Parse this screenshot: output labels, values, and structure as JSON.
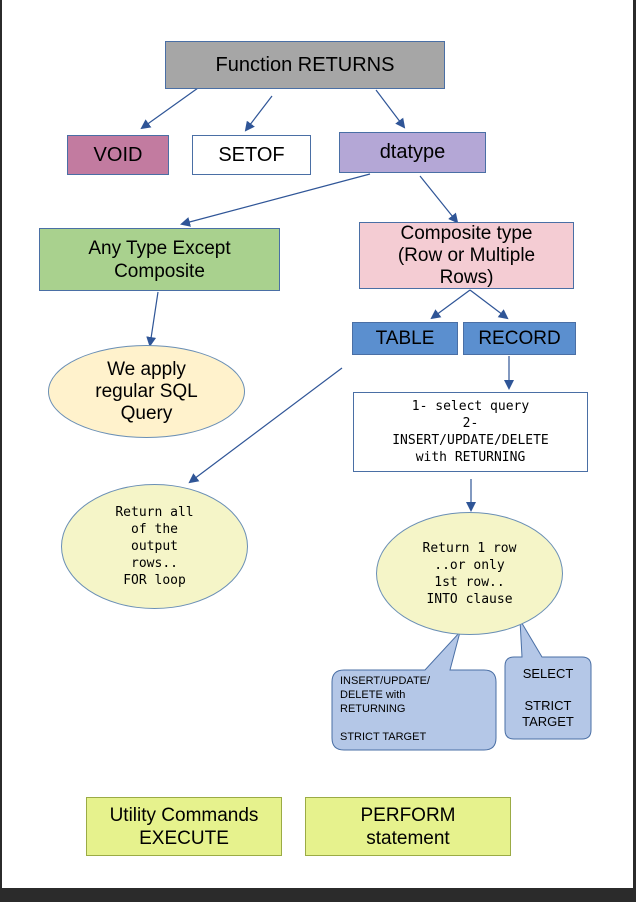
{
  "nodes": {
    "function_returns": "Function  RETURNS",
    "void": "VOID",
    "setof": "SETOF",
    "dtatype": "dtatype",
    "any_type": "Any Type Except\nComposite",
    "composite_type": "Composite type\n(Row or Multiple\nRows)",
    "table": "TABLE",
    "record": "RECORD",
    "regular_sql": "We apply\nregular SQL\nQuery",
    "select_query": "1- select query\n2-\nINSERT/UPDATE/DELETE\nwith RETURNING",
    "return_all": "Return all\nof the\noutput\nrows..\nFOR loop",
    "return_one": "Return 1 row\n..or only\n1st row..\nINTO clause",
    "callout_insert": "INSERT/UPDATE/\nDELETE with\nRETURNING\n\nSTRICT  TARGET",
    "callout_select": "SELECT\n\nSTRICT\nTARGET",
    "utility_commands": "Utility Commands\nEXECUTE",
    "perform": "PERFORM\nstatement"
  },
  "colors": {
    "function_returns": "#a6a6a6",
    "void": "#c27ba0",
    "setof": "#ffffff",
    "dtatype": "#b4a7d6",
    "any_type": "#a9d18e",
    "composite_type": "#f4ccd3",
    "table_record": "#5b8fcf",
    "oval": "#f5f5c8",
    "regular_sql_oval": "#fff2cc",
    "callout": "#b4c7e7",
    "yellow_box": "#e6f28d",
    "arrow": "#2f5597"
  }
}
